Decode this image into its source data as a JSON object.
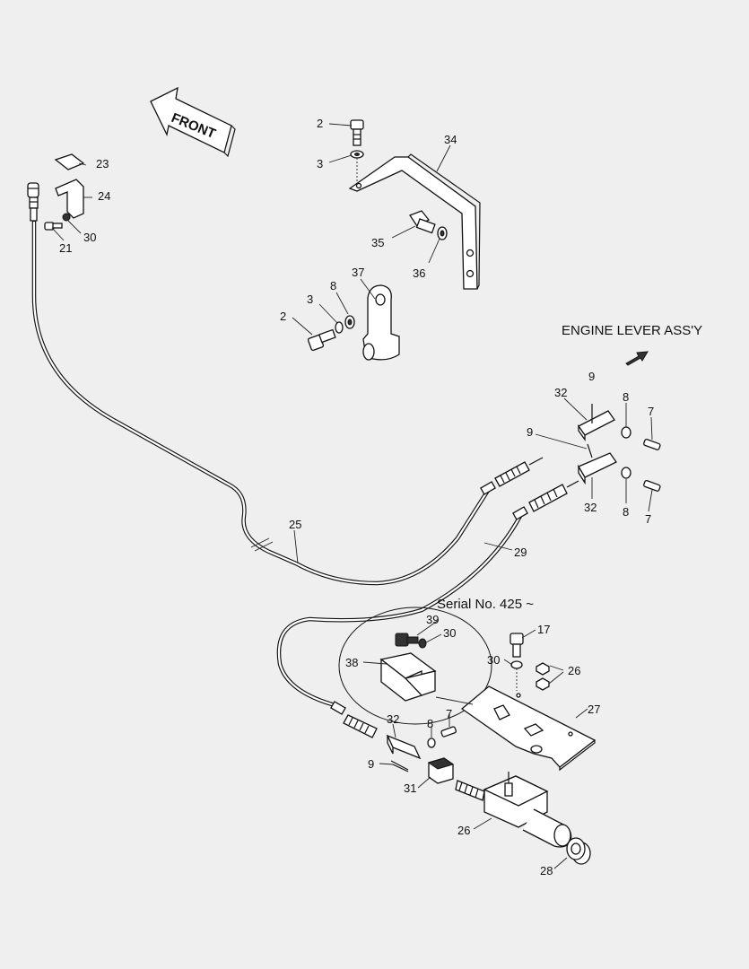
{
  "direction_arrow": {
    "label": "FRONT"
  },
  "annotations": {
    "engine_lever": "ENGINE LEVER ASS'Y",
    "serial": "Serial No. 425 ~"
  },
  "callouts": {
    "c2a": "2",
    "c3a": "3",
    "c34": "34",
    "c35": "35",
    "c36": "36",
    "c23": "23",
    "c24": "24",
    "c21": "21",
    "c30a": "30",
    "c37": "37",
    "c2b": "2",
    "c3b": "3",
    "c8a": "8",
    "c9a": "9",
    "c32a": "32",
    "c8b": "8",
    "c7a": "7",
    "c9b": "9",
    "c32b": "32",
    "c8c": "8",
    "c7b": "7",
    "c25": "25",
    "c29": "29",
    "c39": "39",
    "c30b": "30",
    "c38": "38",
    "c17": "17",
    "c30c": "30",
    "c26a": "26",
    "c27": "27",
    "c32c": "32",
    "c8d": "8",
    "c7c": "7",
    "c9c": "9",
    "c31": "31",
    "c26b": "26",
    "c28": "28"
  },
  "colors": {
    "background": "#efefef",
    "line": "#111111"
  }
}
